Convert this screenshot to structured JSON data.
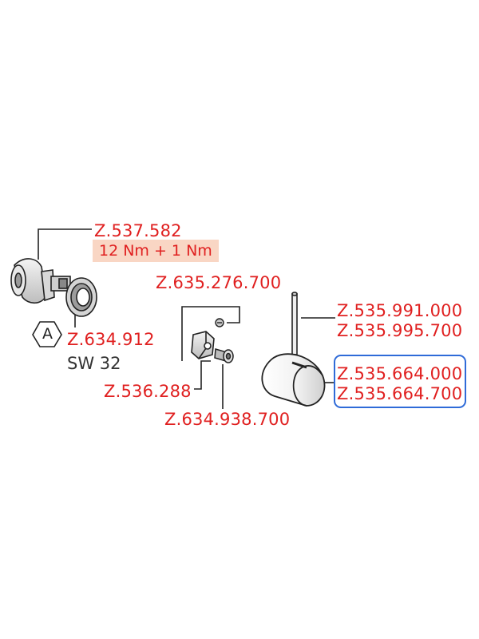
{
  "parts": {
    "p1": "Z.537.582",
    "p2": "Z.635.276.700",
    "p3": "Z.535.991.000",
    "p4": "Z.535.995.700",
    "p5": "Z.634.912",
    "p6": "Z.535.664.000",
    "p7": "Z.535.664.700",
    "p8": "Z.536.288",
    "p9": "Z.634.938.700"
  },
  "torque_label": "12 Nm + 1 Nm",
  "wrench_size": "SW 32",
  "marker_letter": "A",
  "colors": {
    "part_number": "#e02020",
    "torque_bg": "#f9d6c4",
    "highlight_box": "#2f6bd8",
    "line": "#222222"
  }
}
